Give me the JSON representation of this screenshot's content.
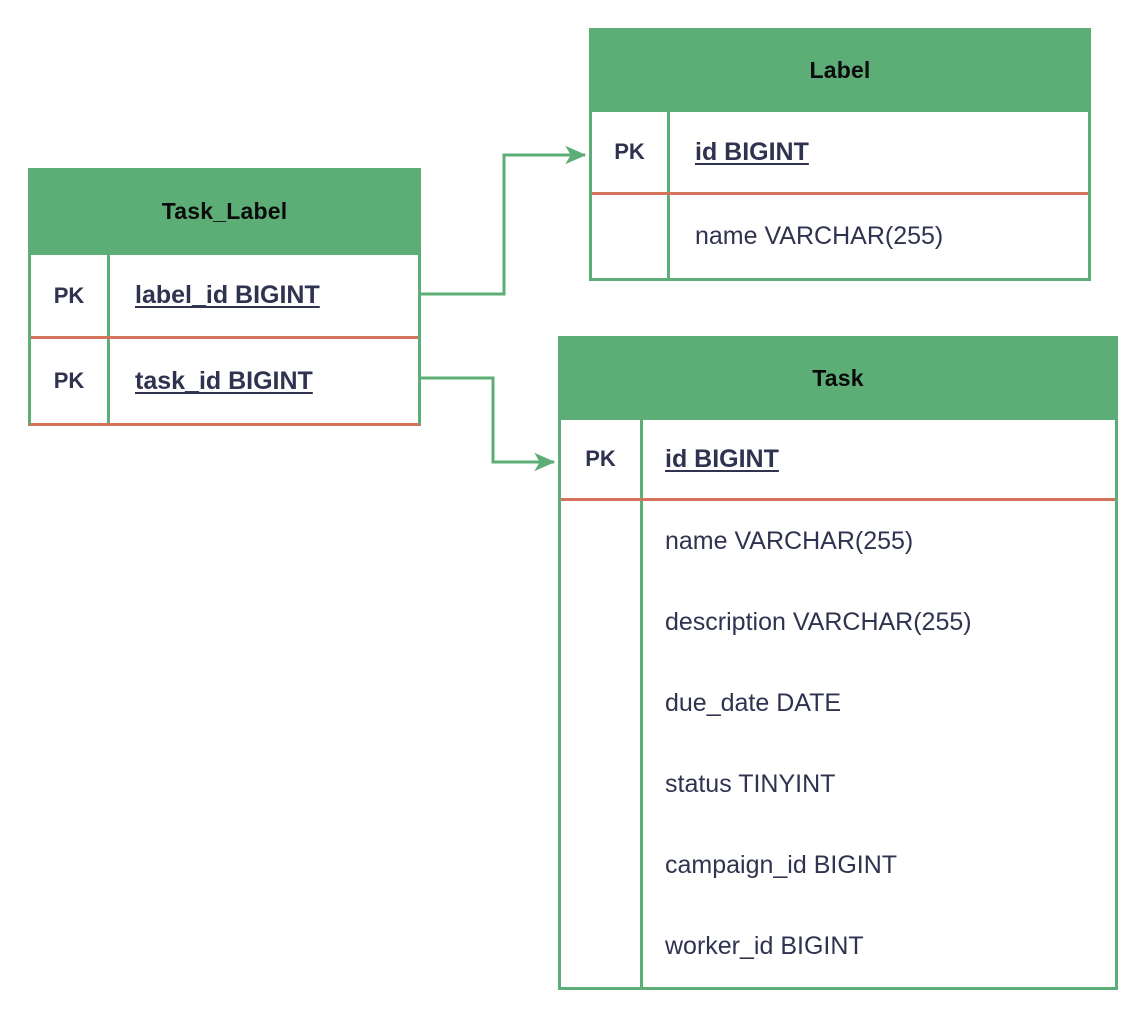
{
  "diagram": {
    "type": "entity-relationship-diagram",
    "colors": {
      "header_green": "#5cae76",
      "border_green": "#5cae76",
      "separator_orange": "#d4735c",
      "text_dark": "#2f3350",
      "title_text": "#0b0b0b",
      "background": "#ffffff"
    },
    "entities": [
      {
        "id": "task_label",
        "name": "Task_Label",
        "attributes": [
          {
            "key": "PK",
            "name": "label_id BIGINT",
            "is_key": true
          },
          {
            "key": "PK",
            "name": "task_id BIGINT",
            "is_key": true
          }
        ]
      },
      {
        "id": "label",
        "name": "Label",
        "attributes": [
          {
            "key": "PK",
            "name": "id BIGINT",
            "is_key": true
          },
          {
            "key": "",
            "name": "name VARCHAR(255)",
            "is_key": false
          }
        ]
      },
      {
        "id": "task",
        "name": "Task",
        "attributes": [
          {
            "key": "PK",
            "name": "id BIGINT",
            "is_key": true
          },
          {
            "key": "",
            "name": "name VARCHAR(255)",
            "is_key": false
          },
          {
            "key": "",
            "name": "description VARCHAR(255)",
            "is_key": false
          },
          {
            "key": "",
            "name": "due_date DATE",
            "is_key": false
          },
          {
            "key": "",
            "name": "status TINYINT",
            "is_key": false
          },
          {
            "key": "",
            "name": "campaign_id BIGINT",
            "is_key": false
          },
          {
            "key": "",
            "name": "worker_id BIGINT",
            "is_key": false
          }
        ]
      }
    ],
    "relationships": [
      {
        "id": "rel-task-label-to-label",
        "from": "task_label.label_id BIGINT",
        "to": "label.id BIGINT",
        "arrow": "single-arrow-end"
      },
      {
        "id": "rel-task-label-to-task",
        "from": "task_label.task_id BIGINT",
        "to": "task.id BIGINT",
        "arrow": "single-arrow-end"
      }
    ]
  }
}
